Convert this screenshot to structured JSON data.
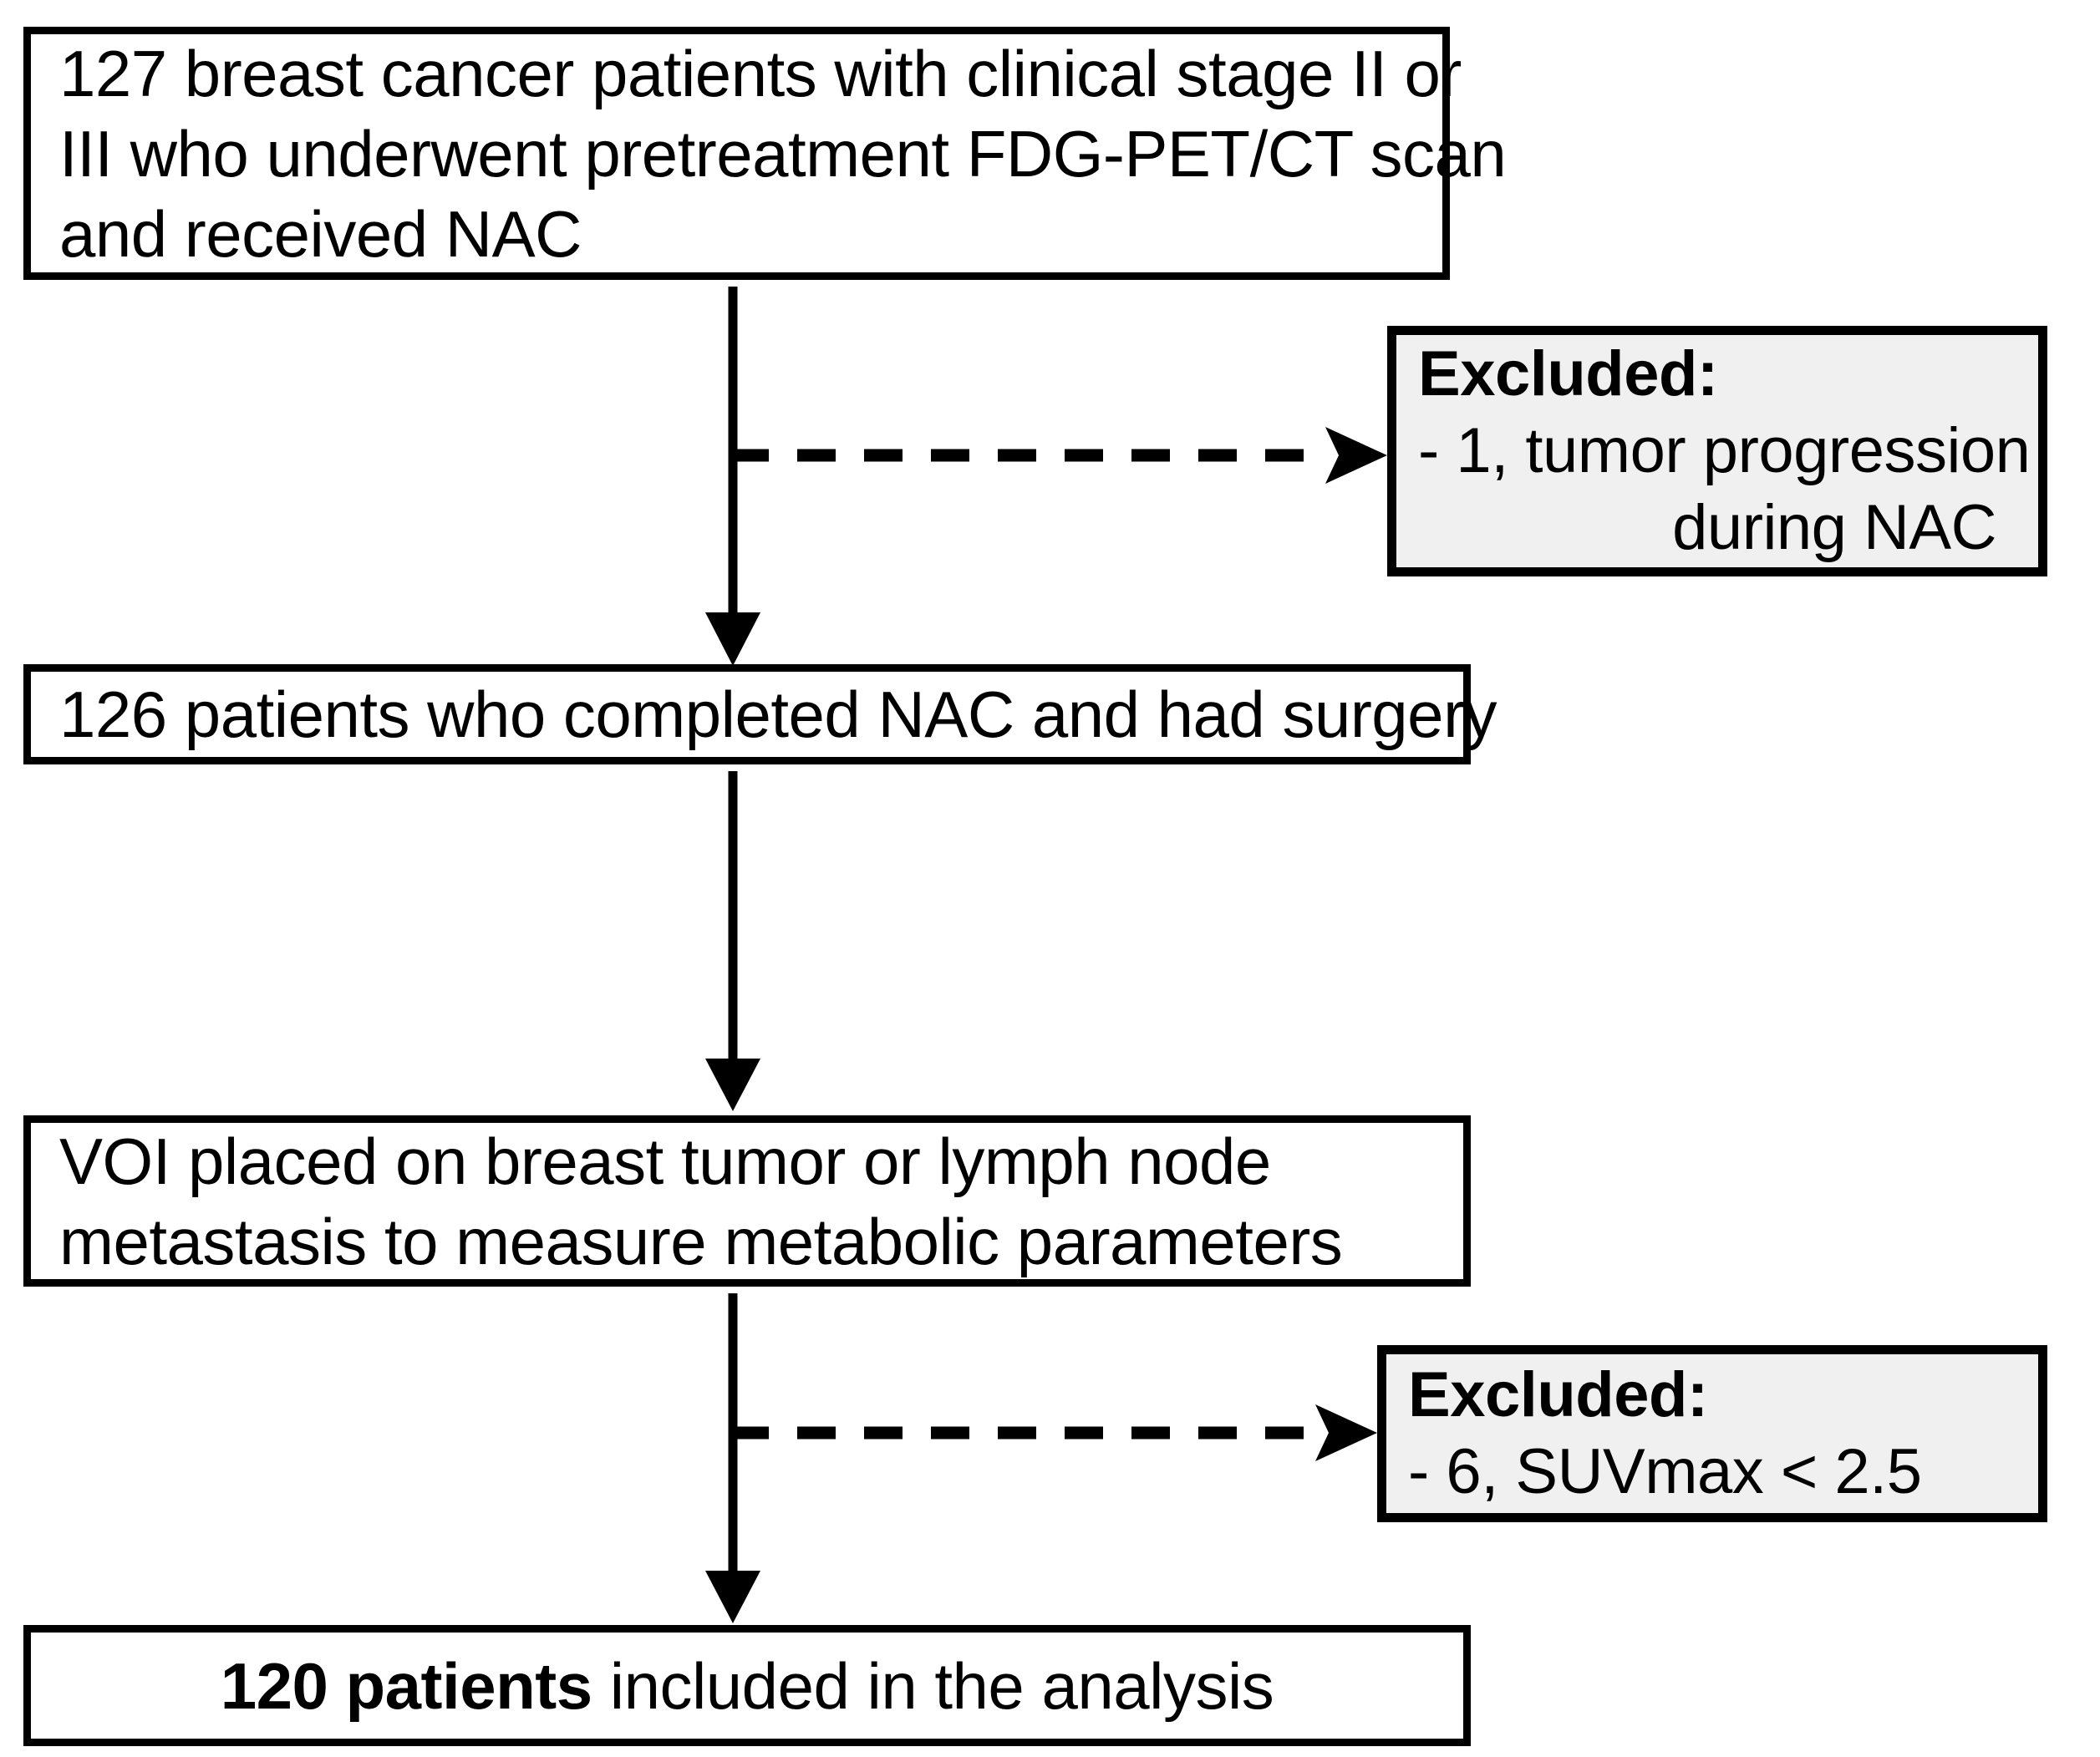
{
  "diagram": {
    "title": "Patient selection flowchart",
    "colors": {
      "stroke": "#000000",
      "box_fill": "#ffffff",
      "excluded_fill": "#f0f0f0"
    }
  },
  "nodes": {
    "enrolled": {
      "lines": [
        "127 breast cancer patients with clinical stage II or",
        "III who underwent pretreatment FDG-PET/CT scan",
        "and received NAC"
      ]
    },
    "excluded_1": {
      "heading": "Excluded:",
      "lines": [
        "- 1, tumor progression",
        "during NAC"
      ]
    },
    "completed": {
      "lines": [
        "126 patients who completed NAC and had surgery"
      ]
    },
    "voi": {
      "lines": [
        "VOI placed on breast tumor or lymph node",
        "metastasis to measure metabolic parameters"
      ]
    },
    "excluded_2": {
      "heading": "Excluded:",
      "lines": [
        "- 6, SUVmax < 2.5"
      ]
    },
    "included": {
      "emphasis": "120 patients",
      "rest": " included in the analysis"
    }
  },
  "connectors": {
    "enrolled_to_completed": {
      "style": "solid",
      "direction": "down",
      "arrowhead": "filled"
    },
    "enrolled_to_excluded_1": {
      "style": "dashed",
      "direction": "right",
      "arrowhead": "filled"
    },
    "completed_to_voi": {
      "style": "solid",
      "direction": "down",
      "arrowhead": "filled"
    },
    "voi_to_included": {
      "style": "solid",
      "direction": "down",
      "arrowhead": "filled"
    },
    "voi_to_excluded_2": {
      "style": "dashed",
      "direction": "right",
      "arrowhead": "filled"
    }
  }
}
